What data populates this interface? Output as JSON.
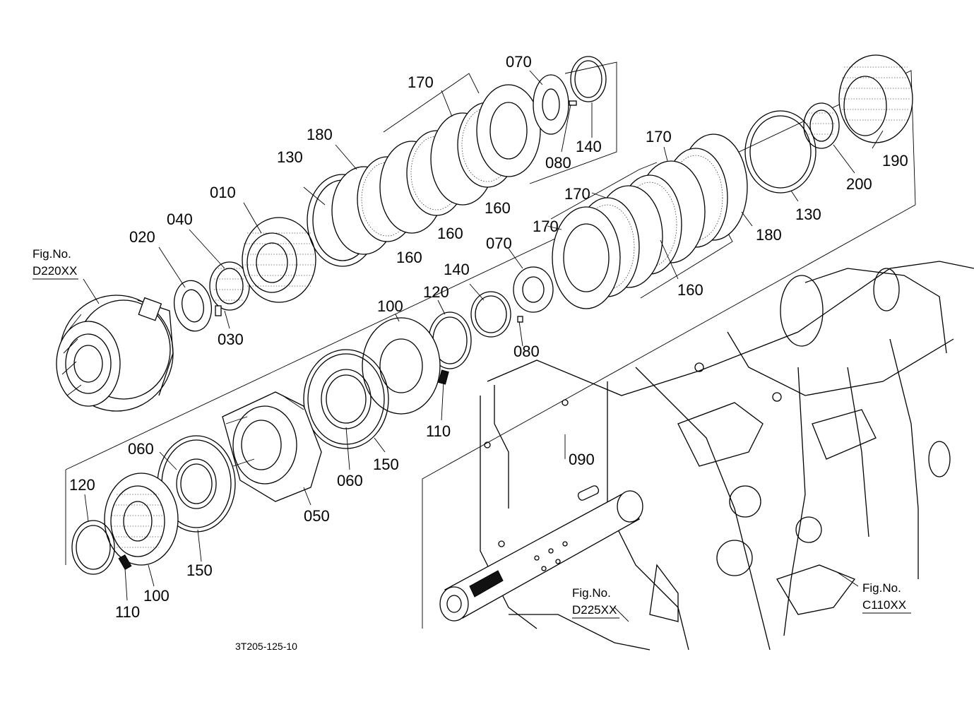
{
  "diagram": {
    "parts": [
      {
        "id": "p-010",
        "label": "010"
      },
      {
        "id": "p-020",
        "label": "020"
      },
      {
        "id": "p-030",
        "label": "030"
      },
      {
        "id": "p-040",
        "label": "040"
      },
      {
        "id": "p-050",
        "label": "050"
      },
      {
        "id": "p-060a",
        "label": "060"
      },
      {
        "id": "p-060b",
        "label": "060"
      },
      {
        "id": "p-070a",
        "label": "070"
      },
      {
        "id": "p-070b",
        "label": "070"
      },
      {
        "id": "p-080a",
        "label": "080"
      },
      {
        "id": "p-080b",
        "label": "080"
      },
      {
        "id": "p-090",
        "label": "090"
      },
      {
        "id": "p-100a",
        "label": "100"
      },
      {
        "id": "p-100b",
        "label": "100"
      },
      {
        "id": "p-110a",
        "label": "110"
      },
      {
        "id": "p-110b",
        "label": "110"
      },
      {
        "id": "p-120a",
        "label": "120"
      },
      {
        "id": "p-120b",
        "label": "120"
      },
      {
        "id": "p-130a",
        "label": "130"
      },
      {
        "id": "p-130b",
        "label": "130"
      },
      {
        "id": "p-140a",
        "label": "140"
      },
      {
        "id": "p-140b",
        "label": "140"
      },
      {
        "id": "p-150a",
        "label": "150"
      },
      {
        "id": "p-150b",
        "label": "150"
      },
      {
        "id": "p-160a",
        "label": "160"
      },
      {
        "id": "p-160b",
        "label": "160"
      },
      {
        "id": "p-160c",
        "label": "160"
      },
      {
        "id": "p-160d",
        "label": "160"
      },
      {
        "id": "p-170a",
        "label": "170"
      },
      {
        "id": "p-170b",
        "label": "170"
      },
      {
        "id": "p-170c",
        "label": "170"
      },
      {
        "id": "p-170d",
        "label": "170"
      },
      {
        "id": "p-180a",
        "label": "180"
      },
      {
        "id": "p-180b",
        "label": "180"
      },
      {
        "id": "p-190",
        "label": "190"
      },
      {
        "id": "p-200",
        "label": "200"
      }
    ],
    "figure_refs": [
      {
        "line1": "Fig.No.",
        "line2": "D220XX"
      },
      {
        "line1": "Fig.No.",
        "line2": "D225XX"
      },
      {
        "line1": "Fig.No.",
        "line2": "C110XX"
      }
    ],
    "drawing_code": "3T205-125-10"
  }
}
